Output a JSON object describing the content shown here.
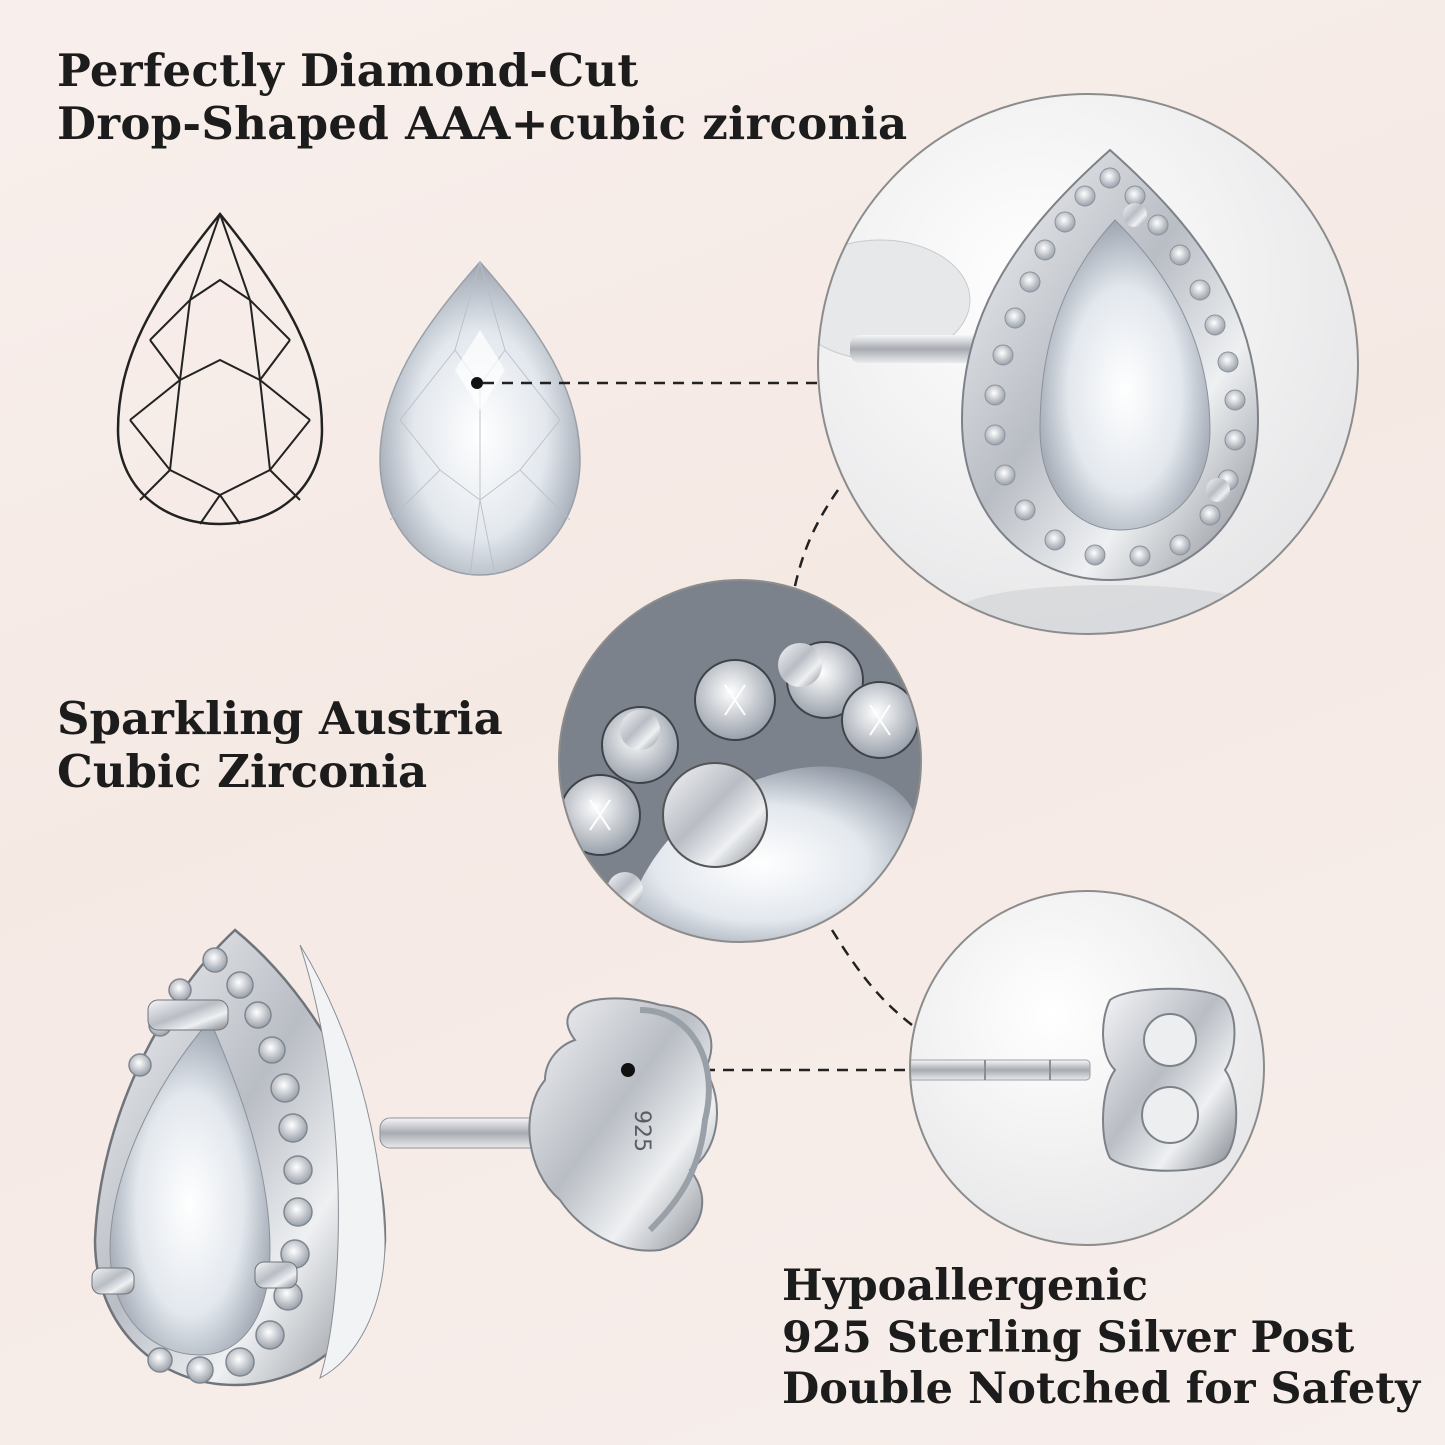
{
  "features": {
    "cut": {
      "line1": "Perfectly Diamond-Cut",
      "line2": "Drop-Shaped AAA+cubic zirconia"
    },
    "sparkle": {
      "line1": "Sparkling Austria",
      "line2": "Cubic Zirconia"
    },
    "post": {
      "line1": "Hypoallergenic",
      "line2": "925 Sterling Silver Post",
      "line3": "Double Notched for Safety"
    }
  },
  "stamp": {
    "silver_mark": "925"
  },
  "colors": {
    "background": "#f6ece8",
    "text": "#1c1c1c",
    "silver": "#c9ccd1",
    "circle_border": "#8c8c8c"
  }
}
